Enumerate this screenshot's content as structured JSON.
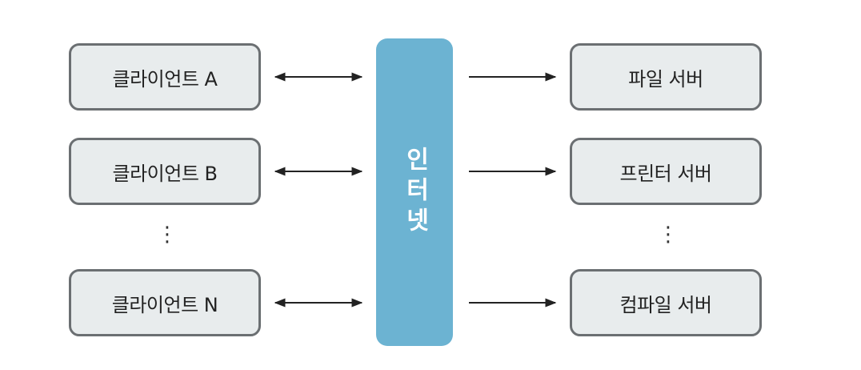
{
  "clients": [
    {
      "label": "클라이언트 A"
    },
    {
      "label": "클라이언트 B"
    },
    {
      "label": "클라이언트 N"
    }
  ],
  "hub": {
    "label": "인터넷"
  },
  "servers": [
    {
      "label": "파일 서버"
    },
    {
      "label": "프린터 서버"
    },
    {
      "label": "컴파일 서버"
    }
  ],
  "ellipsis": "⋮",
  "colors": {
    "box_fill": "#e8eced",
    "box_border": "#6b6f72",
    "hub_fill": "#6cb3d2",
    "arrow": "#222222"
  }
}
